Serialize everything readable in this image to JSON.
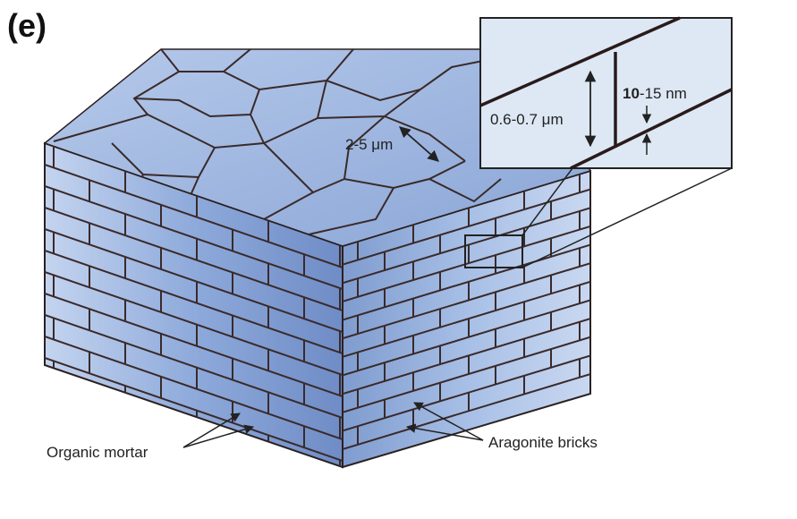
{
  "figure": {
    "panel_label": "(e)",
    "labels": {
      "grain_size": "2-5 μm",
      "brick_thickness": "0.6-0.7 μm",
      "mortar_thickness_bold": "10",
      "mortar_thickness_rest": "-15 nm",
      "organic_mortar": "Organic mortar",
      "aragonite_bricks": "Aragonite bricks"
    },
    "colors": {
      "brick": "#9bb5e0",
      "brick_dark": "#7f9bcd",
      "top_face": "#a7bfe6",
      "mortar": "#3a2a2a",
      "inset_bg": "#dde8f4"
    }
  }
}
